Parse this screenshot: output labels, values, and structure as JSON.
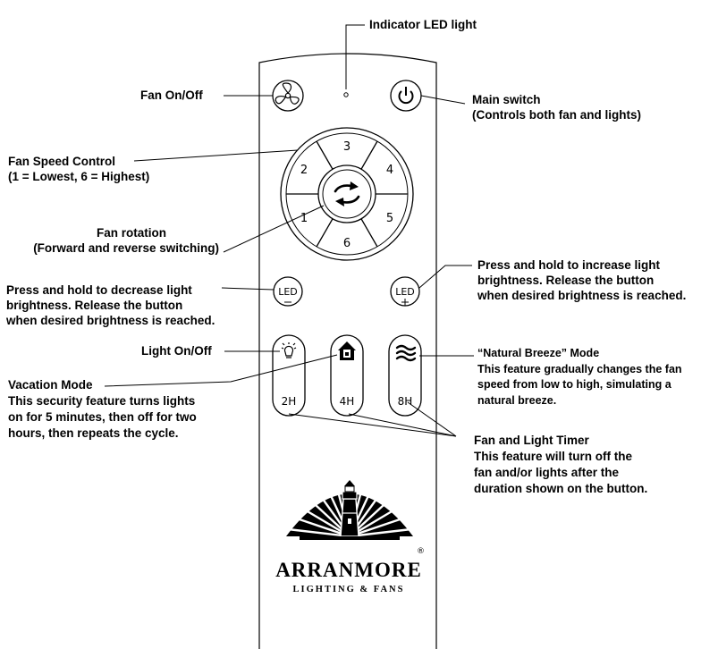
{
  "remote": {
    "speed_buttons": [
      "3",
      "4",
      "5",
      "6",
      "1",
      "2"
    ],
    "led_minus": "LED",
    "led_plus": "LED",
    "timer_labels": [
      "2H",
      "4H",
      "8H"
    ],
    "brand": {
      "name": "ARRANMORE",
      "tagline": "LIGHTING & FANS",
      "registered": "®"
    }
  },
  "labels": {
    "indicator": "Indicator LED light",
    "fan_onoff": "Fan On/Off",
    "main_switch": {
      "title": "Main switch",
      "desc": "(Controls both fan and lights)"
    },
    "fan_speed": {
      "title": "Fan Speed Control",
      "desc": "(1 = Lowest, 6 = Highest)"
    },
    "fan_rotation": {
      "title": "Fan rotation",
      "desc": "(Forward and reverse switching)"
    },
    "increase": {
      "line1": "Press and hold to increase light",
      "line2": "brightness.  Release the button",
      "line3": "when desired brightness is reached."
    },
    "decrease": {
      "line1": "Press and hold to decrease light",
      "line2": "brightness.  Release the button",
      "line3": "when desired brightness is reached."
    },
    "light_onoff": "Light On/Off",
    "natural_breeze": {
      "title": "“Natural Breeze” Mode",
      "line1": "This feature gradually changes the fan",
      "line2": "speed from low to high, simulating a",
      "line3": "natural breeze."
    },
    "vacation": {
      "title": "Vacation Mode",
      "line1": "This security feature turns lights",
      "line2": "on for 5 minutes, then off for two",
      "line3": "hours, then repeats the cycle."
    },
    "timer": {
      "title": "Fan and Light Timer",
      "line1": "This feature will turn off the",
      "line2": "fan and/or lights after the",
      "line3": "duration shown on the button."
    }
  }
}
